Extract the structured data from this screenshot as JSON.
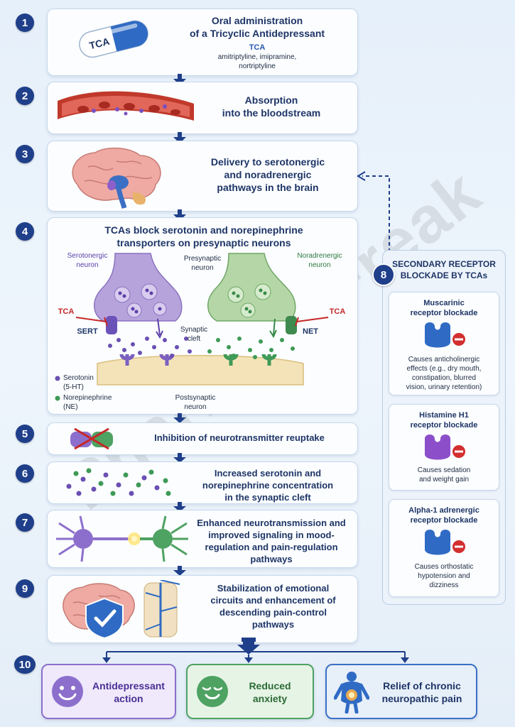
{
  "steps": {
    "s1": {
      "num": "1",
      "title_line1": "Oral administration",
      "title_line2": "of a Tricyclic Antidepressant",
      "subtitle": "TCA",
      "examples_line1": "amitriptyline, imipramine,",
      "examples_line2": "nortriptyline",
      "capsule_label": "TCA"
    },
    "s2": {
      "num": "2",
      "title_line1": "Absorption",
      "title_line2": "into the bloodstream"
    },
    "s3": {
      "num": "3",
      "title_line1": "Delivery to serotonergic",
      "title_line2": "and noradrenergic",
      "title_line3": "pathways in the brain"
    },
    "s4": {
      "num": "4",
      "title_line1": "TCAs block serotonin and norepinephrine",
      "title_line2": "transporters on presynaptic neurons",
      "serotonergic_line1": "Serotonergic",
      "serotonergic_line2": "neuron",
      "presynaptic_line1": "Presynaptic",
      "presynaptic_line2": "neuron",
      "noradrenergic_line1": "Noradrenergic",
      "noradrenergic_line2": "neuron",
      "tca_left": "TCA",
      "tca_right": "TCA",
      "sert": "SERT",
      "net": "NET",
      "cleft_line1": "Synaptic",
      "cleft_line2": "cleft",
      "legend_serotonin_line1": "Serotonin",
      "legend_serotonin_line2": "(5-HT)",
      "legend_ne_line1": "Norepinephrine",
      "legend_ne_line2": "(NE)",
      "postsynaptic_line1": "Postsynaptic",
      "postsynaptic_line2": "neuron"
    },
    "s5": {
      "num": "5",
      "title": "Inhibition of neurotransmitter reuptake"
    },
    "s6": {
      "num": "6",
      "title_line1": "Increased serotonin and",
      "title_line2": "norepinephrine concentration",
      "title_line3": "in the synaptic cleft"
    },
    "s7": {
      "num": "7",
      "title_line1": "Enhanced neurotransmission and",
      "title_line2": "improved signaling in mood-",
      "title_line3": "regulation and pain-regulation",
      "title_line4": "pathways"
    },
    "s9": {
      "num": "9",
      "title_line1": "Stabilization of emotional",
      "title_line2": "circuits and enhancement of",
      "title_line3": "descending pain-control",
      "title_line4": "pathways"
    },
    "s10": {
      "num": "10"
    }
  },
  "secondary": {
    "num": "8",
    "title_line1": "SECONDARY RECEPTOR",
    "title_line2": "BLOCKADE BY TCAs",
    "items": [
      {
        "title_line1": "Muscarinic",
        "title_line2": "receptor blockade",
        "desc": [
          "Causes anticholinergic",
          "effects (e.g., dry mouth,",
          "constipation, blurred",
          "vision, urinary retention)"
        ]
      },
      {
        "title_line1": "Histamine H1",
        "title_line2": "receptor blockade",
        "desc": [
          "Causes sedation",
          "and weight gain"
        ]
      },
      {
        "title_line1": "Alpha-1 adrenergic",
        "title_line2": "receptor blockade",
        "desc": [
          "Causes orthostatic",
          "hypotension and",
          "dizziness"
        ]
      }
    ]
  },
  "outcomes": [
    {
      "line1": "Antidepressant",
      "line2": "action"
    },
    {
      "line1": "Reduced",
      "line2": "anxiety"
    },
    {
      "line1": "Relief of chronic",
      "line2": "neuropathic pain"
    }
  ],
  "watermark": "PharmacyFreak",
  "colors": {
    "navy": "#1e3566",
    "badge": "#1f3f8a",
    "serotonin": "#6a4fb3",
    "norepinephrine": "#3f9a57",
    "tca_red": "#c62828"
  }
}
